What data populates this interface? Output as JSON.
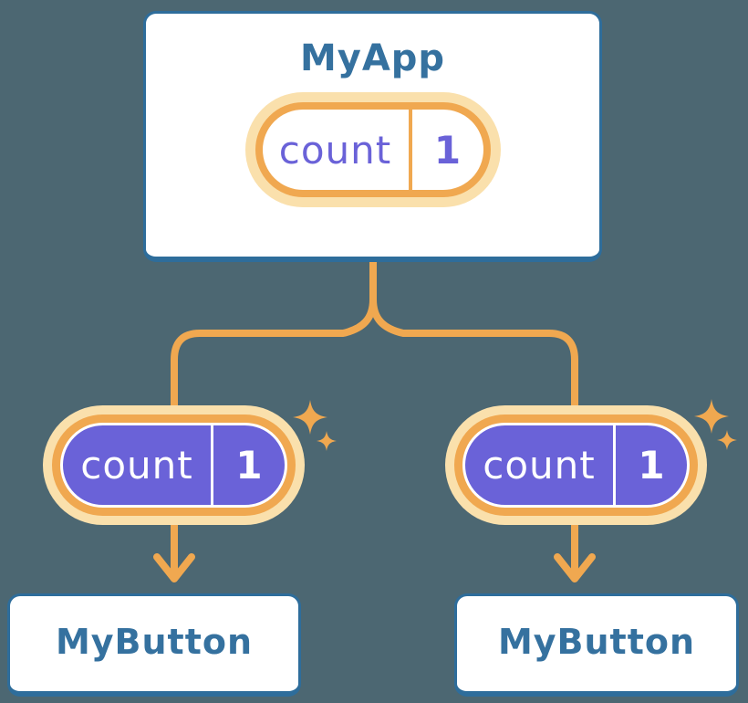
{
  "palette": {
    "bg": "#4C6772",
    "card-bg": "#FFFFFF",
    "card-border": "#2E6D9B",
    "title-text": "#35719F",
    "orange": "#F0A850",
    "orange-light": "#FAE0AC",
    "purple": "#6A62D8",
    "pill-filled-text": "#FFFFFF"
  },
  "diagram": {
    "root": {
      "title": "MyApp",
      "pill": {
        "label": "count",
        "value": "1"
      }
    },
    "children": [
      {
        "title": "MyButton",
        "pill": {
          "label": "count",
          "value": "1"
        }
      },
      {
        "title": "MyButton",
        "pill": {
          "label": "count",
          "value": "1"
        }
      }
    ]
  }
}
